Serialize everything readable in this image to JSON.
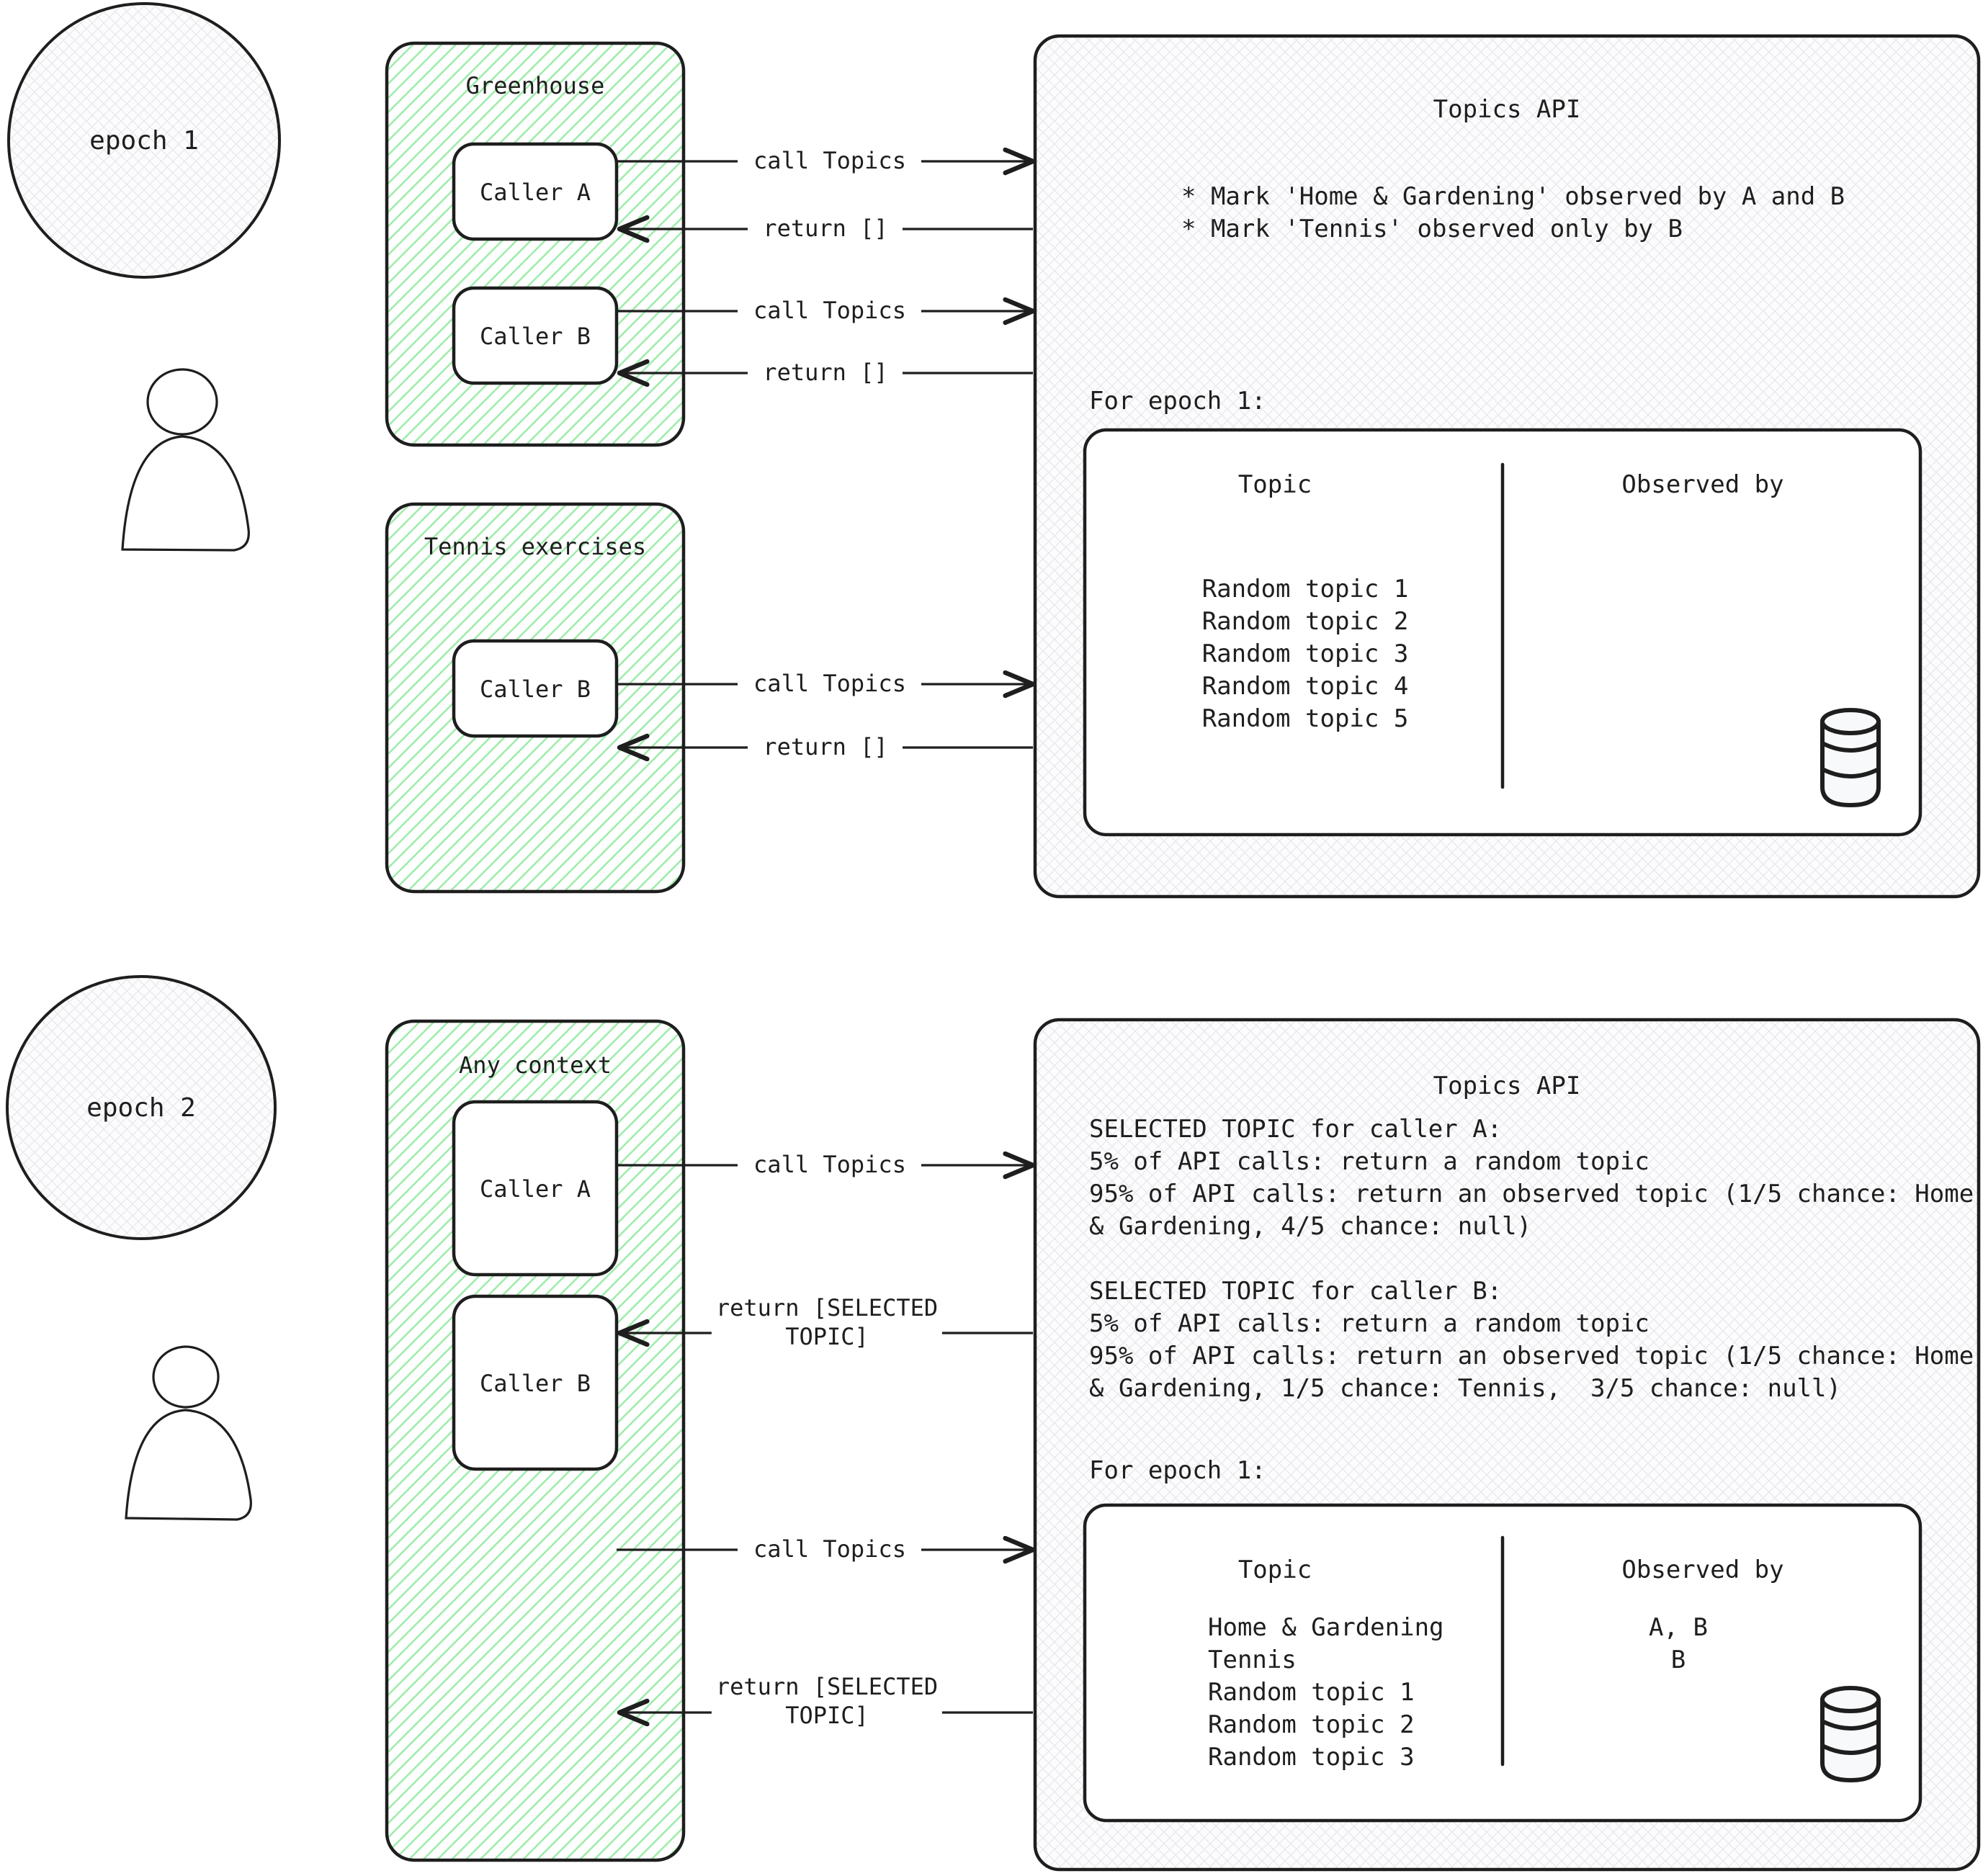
{
  "meta": {
    "title": "Topics API epochs diagram",
    "accent_green": "#2f9e44",
    "hatch_green": "#69db7c",
    "ink": "#1e1e1e",
    "grid_gray": "#ced4da"
  },
  "epoch1": {
    "epoch_label": "epoch 1",
    "actor": "user-actor",
    "greenhouse": {
      "title": "Greenhouse",
      "callers": [
        "Caller A",
        "Caller B"
      ]
    },
    "tennis": {
      "title": "Tennis exercises",
      "callers": [
        "Caller B"
      ]
    },
    "arrows": [
      {
        "label": "call Topics",
        "direction": "right"
      },
      {
        "label": "return []",
        "direction": "left"
      },
      {
        "label": "call Topics",
        "direction": "right"
      },
      {
        "label": "return []",
        "direction": "left"
      },
      {
        "label": "call Topics",
        "direction": "right"
      },
      {
        "label": "return []",
        "direction": "left"
      }
    ],
    "api": {
      "title": "Topics API",
      "bullets": [
        "* Mark 'Home & Gardening' observed by A and B",
        "* Mark 'Tennis' observed only by B"
      ],
      "table_caption": "For epoch 1:",
      "table": {
        "columns": [
          "Topic",
          "Observed by"
        ],
        "rows": [
          {
            "topic": "Random topic 1",
            "observed_by": ""
          },
          {
            "topic": "Random topic 2",
            "observed_by": ""
          },
          {
            "topic": "Random topic 3",
            "observed_by": ""
          },
          {
            "topic": "Random topic 4",
            "observed_by": ""
          },
          {
            "topic": "Random topic 5",
            "observed_by": ""
          }
        ]
      },
      "storage_icon": "database-cylinder-icon"
    }
  },
  "epoch2": {
    "epoch_label": "epoch 2",
    "actor": "user-actor",
    "context": {
      "title": "Any context",
      "callers": [
        "Caller A",
        "Caller B"
      ]
    },
    "arrows": [
      {
        "label": "call Topics",
        "direction": "right"
      },
      {
        "label": "return [SELECTED\nTOPIC]",
        "direction": "left"
      },
      {
        "label": "call Topics",
        "direction": "right"
      },
      {
        "label": "return [SELECTED\nTOPIC]",
        "direction": "left"
      }
    ],
    "api": {
      "title": "Topics API",
      "paragraphs": [
        "SELECTED TOPIC for caller A:",
        "5% of API calls: return a random topic",
        "95% of API calls: return an observed topic (1/5 chance: Home",
        "& Gardening, 4/5 chance: null)",
        "",
        "SELECTED TOPIC for caller B:",
        "5% of API calls: return a random topic",
        "95% of API calls: return an observed topic (1/5 chance: Home",
        "& Gardening, 1/5 chance: Tennis,  3/5 chance: null)"
      ],
      "table_caption": "For epoch 1:",
      "table": {
        "columns": [
          "Topic",
          "Observed by"
        ],
        "rows": [
          {
            "topic": "Home & Gardening",
            "observed_by": "A, B"
          },
          {
            "topic": "Tennis",
            "observed_by": "B"
          },
          {
            "topic": "Random topic 1",
            "observed_by": ""
          },
          {
            "topic": "Random topic 2",
            "observed_by": ""
          },
          {
            "topic": "Random topic 3",
            "observed_by": ""
          }
        ]
      },
      "storage_icon": "database-cylinder-icon"
    }
  }
}
